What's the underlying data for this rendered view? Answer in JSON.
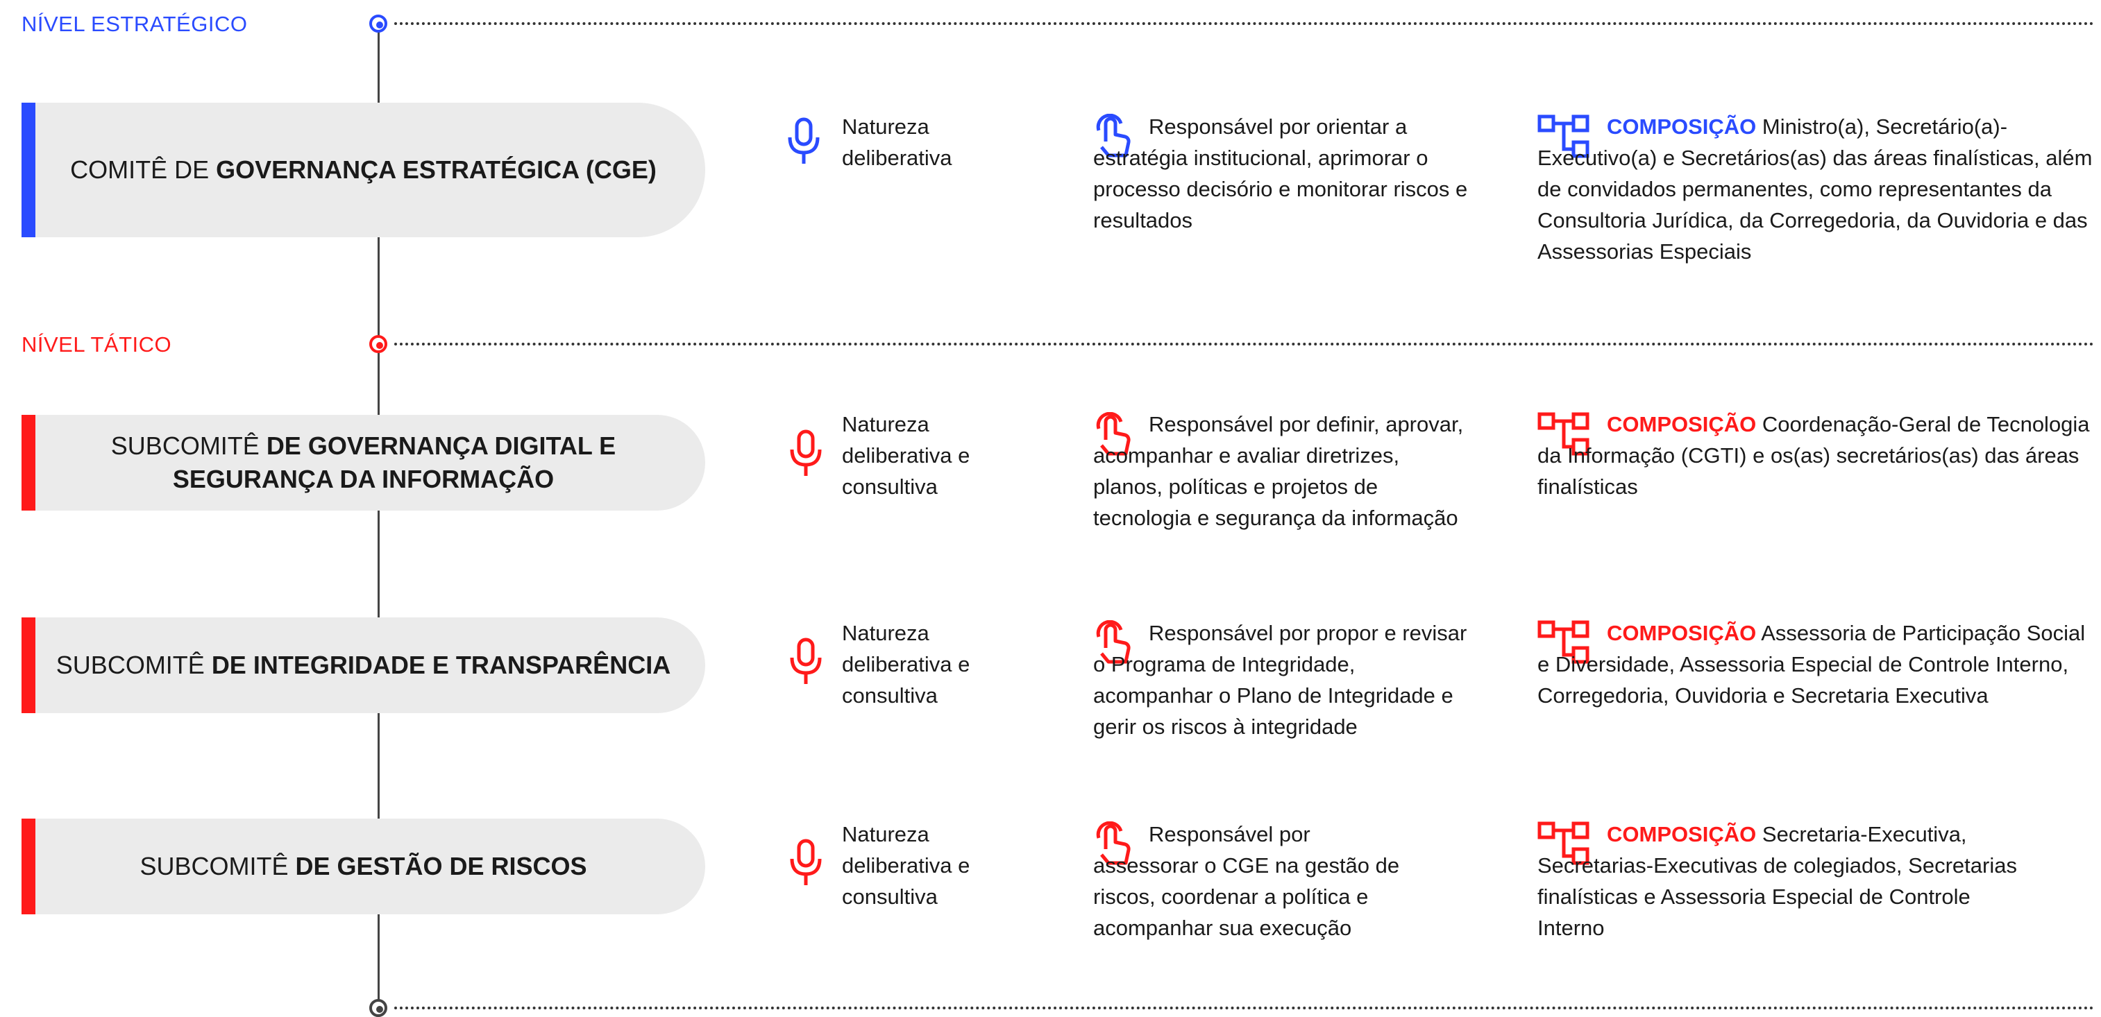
{
  "colors": {
    "strategic": "#2a4bff",
    "tactical": "#ff1a1a",
    "pill_bg": "#ebebeb",
    "line": "#444444"
  },
  "levels": {
    "strategic": "NÍVEL ESTRATÉGICO",
    "tactical": "NÍVEL TÁTICO"
  },
  "committees": [
    {
      "title_prefix": "COMITÊ DE ",
      "title_bold": "GOVERNANÇA ESTRATÉGICA (CGE)",
      "nature": "Natureza deliberativa",
      "responsibility": "Responsável por orientar a estratégia institucional, aprimorar o processo decisório e monitorar riscos e resultados",
      "composition_label": "COMPOSIÇÃO",
      "composition": "Ministro(a), Secretário(a)-Executivo(a) e Secretários(as) das áreas finalísticas, além de convidados permanentes, como representantes da Consultoria Jurídica, da Corregedoria, da Ouvidoria e das Assessorias Especiais",
      "icons": [
        "microphone-icon",
        "pointer-hand-icon",
        "org-chart-icon"
      ]
    },
    {
      "title_prefix": "SUBCOMITÊ ",
      "title_bold": "DE GOVERNANÇA DIGITAL E SEGURANÇA DA INFORMAÇÃO",
      "nature": "Natureza deliberativa e consultiva",
      "responsibility": "Responsável por definir, aprovar, acompanhar e avaliar diretrizes, planos, políticas e projetos de tecnologia e segurança da informação",
      "composition_label": "COMPOSIÇÃO",
      "composition": "Coordenação-Geral de Tecnologia da Informação (CGTI) e os(as) secretários(as) das áreas finalísticas",
      "icons": [
        "microphone-icon",
        "pointer-hand-icon",
        "org-chart-icon"
      ]
    },
    {
      "title_prefix": "SUBCOMITÊ ",
      "title_bold": "DE INTEGRIDADE E TRANSPARÊNCIA",
      "nature": "Natureza deliberativa e consultiva",
      "responsibility": "Responsável por propor e revisar o Programa de Integridade, acompanhar o Plano de Integridade e gerir os riscos à integridade",
      "composition_label": "COMPOSIÇÃO",
      "composition": "Assessoria de Participação Social e Diversidade, Assessoria Especial de Controle Interno, Corregedoria, Ouvidoria e Secretaria Executiva",
      "icons": [
        "microphone-icon",
        "pointer-hand-icon",
        "org-chart-icon"
      ]
    },
    {
      "title_prefix": "SUBCOMITÊ ",
      "title_bold": "DE GESTÃO DE RISCOS",
      "nature": "Natureza deliberativa e consultiva",
      "responsibility": "Responsável por assessorar o CGE na gestão de riscos, coordenar a política e acompanhar sua execução",
      "composition_label": "COMPOSIÇÃO",
      "composition": "Secretaria-Executiva, Secretarias-Executivas de colegiados, Secretarias finalísticas e Assessoria Especial de Controle Interno",
      "icons": [
        "microphone-icon",
        "pointer-hand-icon",
        "org-chart-icon"
      ]
    }
  ]
}
